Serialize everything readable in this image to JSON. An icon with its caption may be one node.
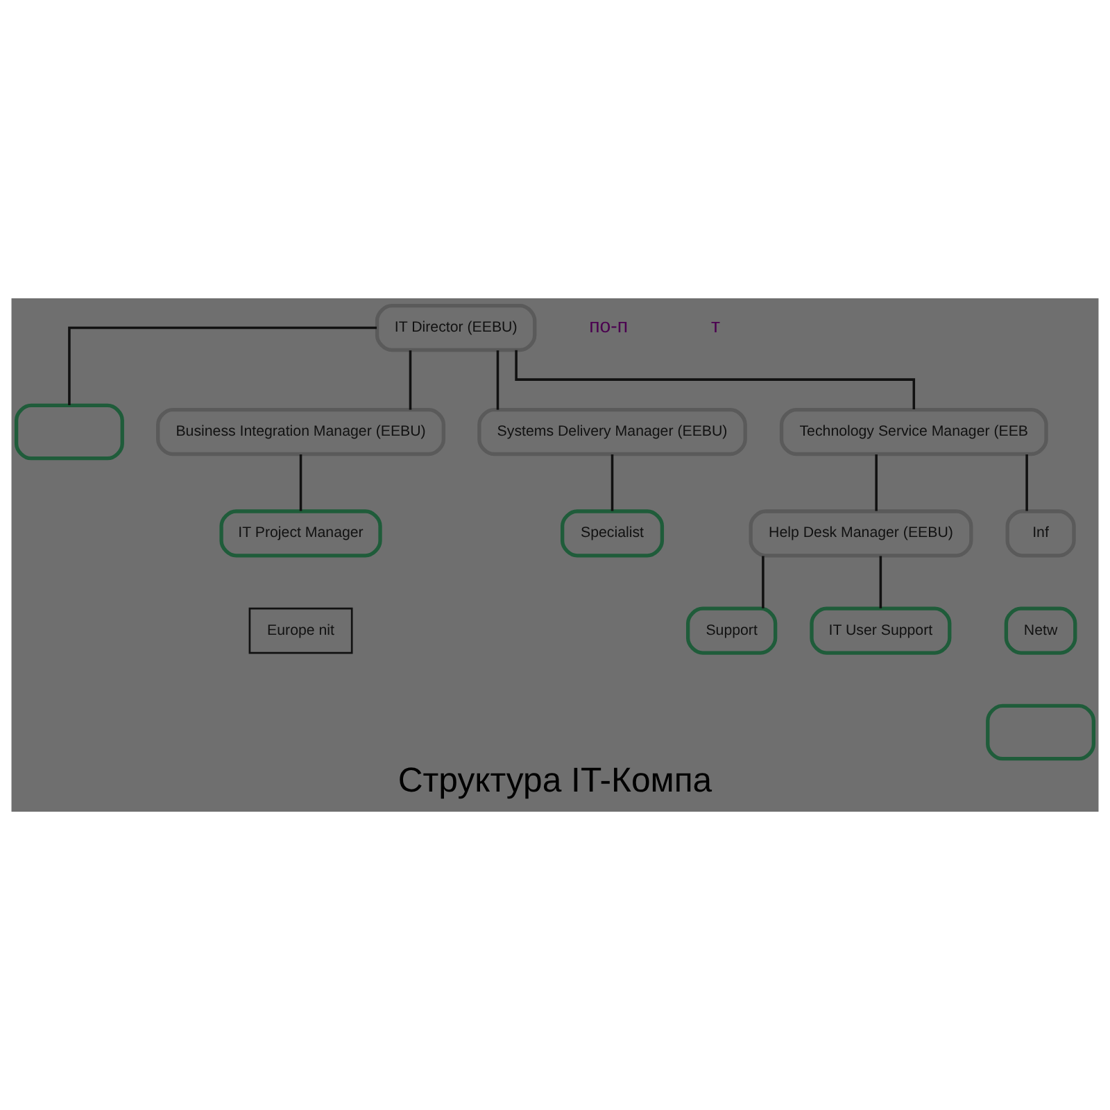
{
  "diagram": {
    "title": "Структура IT-Компа",
    "nodes": [
      {
        "text": [
          "IT Director (EEBU)"
        ]
      },
      {
        "text": [],
        "shape": "box"
      },
      {
        "text": [
          "Business Integration Manager (EEBU)"
        ]
      },
      {
        "text": [
          "Systems Delivery Manager (EEBU)"
        ]
      },
      {
        "text": [
          "Technology Service Manager (EEB"
        ]
      },
      {
        "text": [
          "Help Desk Manager (EEBU)"
        ]
      },
      {
        "text": [
          "Inf"
        ]
      },
      {
        "text": [
          "IT Project Manager"
        ]
      },
      {
        "text": [
          "Specialist"
        ]
      },
      {
        "text": [
          "Netw"
        ]
      },
      {
        "text": [],
        "shape": "box"
      },
      {
        "text": [
          "Support"
        ]
      },
      {
        "text": [
          "IT User Support"
        ]
      },
      {
        "text": [
          "Europe nit"
        ]
      }
    ],
    "edges": [
      {
        "from": 0,
        "to": 1,
        "arrow": "none"
      },
      {
        "from": 0,
        "to": 2,
        "arrow": "none"
      },
      {
        "from": 0,
        "to": 3,
        "arrow": "none"
      },
      {
        "from": 0,
        "to": 4,
        "arrow": "none"
      },
      {
        "from": 4,
        "to": 5,
        "arrow": "none"
      },
      {
        "from": 4,
        "to": 6,
        "arrow": "none"
      },
      {
        "from": 2,
        "to": 7,
        "arrow": "none"
      },
      {
        "from": 3,
        "to": 8,
        "arrow": "none"
      },
      {
        "from": 5,
        "to": 11,
        "arrow": "none"
      },
      {
        "from": 5,
        "to": 12,
        "arrow": "none"
      }
    ],
    "labels": [
      "по-п",
      "т"
    ]
  }
}
